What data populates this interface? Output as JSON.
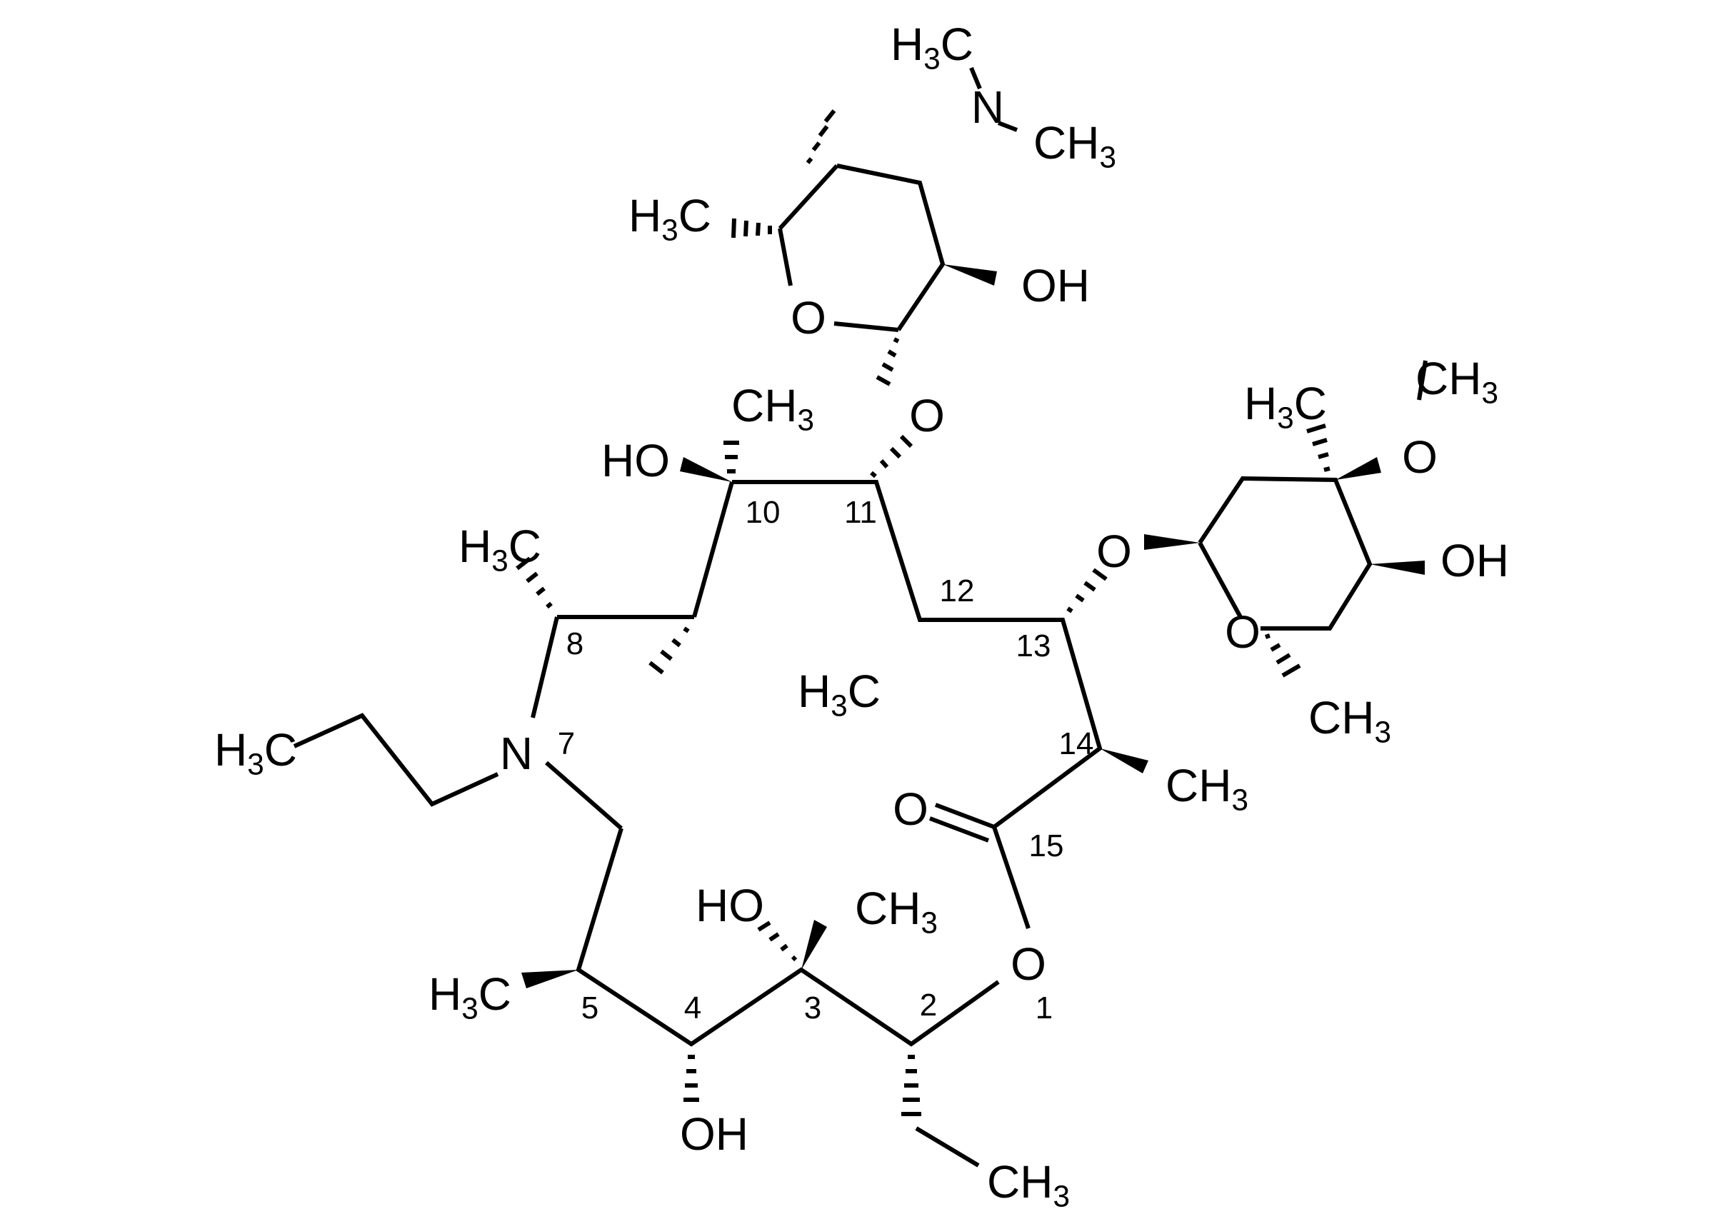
{
  "molecule": {
    "description": "Macrolide (15-membered azalide) structure with desosamine and cladinose sugars, N-propyl at position 7",
    "stroke_color": "#000000",
    "background": "#ffffff"
  },
  "ring_numbers": {
    "n1": "1",
    "n2": "2",
    "n3": "3",
    "n4": "4",
    "n5": "5",
    "n7": "7",
    "n8": "8",
    "n10": "10",
    "n11": "11",
    "n12": "12",
    "n13": "13",
    "n14": "14",
    "n15": "15"
  },
  "atoms": {
    "nme2_top_h3c": "H3C",
    "nme2_n": "N",
    "nme2_ch3": "CH3",
    "desosamine_h3c": "H3C",
    "desosamine_oh": "OH",
    "desosamine_ring_o": "O",
    "glycosidic_o_c11": "O",
    "c10_ch3": "CH3",
    "c10_ho": "HO",
    "c8_h3c": "H3C",
    "n7_propyl_h3c": "H3C",
    "n7_n": "N",
    "c12_h3c": "H3C",
    "c13_o": "O",
    "cladinose_h3c": "H3C",
    "cladinose_och3_ch3": "CH3",
    "cladinose_o_methoxy": "O",
    "cladinose_oh": "OH",
    "cladinose_ring_o": "O",
    "cladinose_ch3": "CH3",
    "c14_ch3": "CH3",
    "c15_carbonyl_o": "O",
    "lactone_o1": "O",
    "c3_ho": "HO",
    "c3_ch3": "CH3",
    "c5_h3c": "H3C",
    "c4_oh": "OH",
    "c2_ethyl_ch3": "CH3"
  }
}
